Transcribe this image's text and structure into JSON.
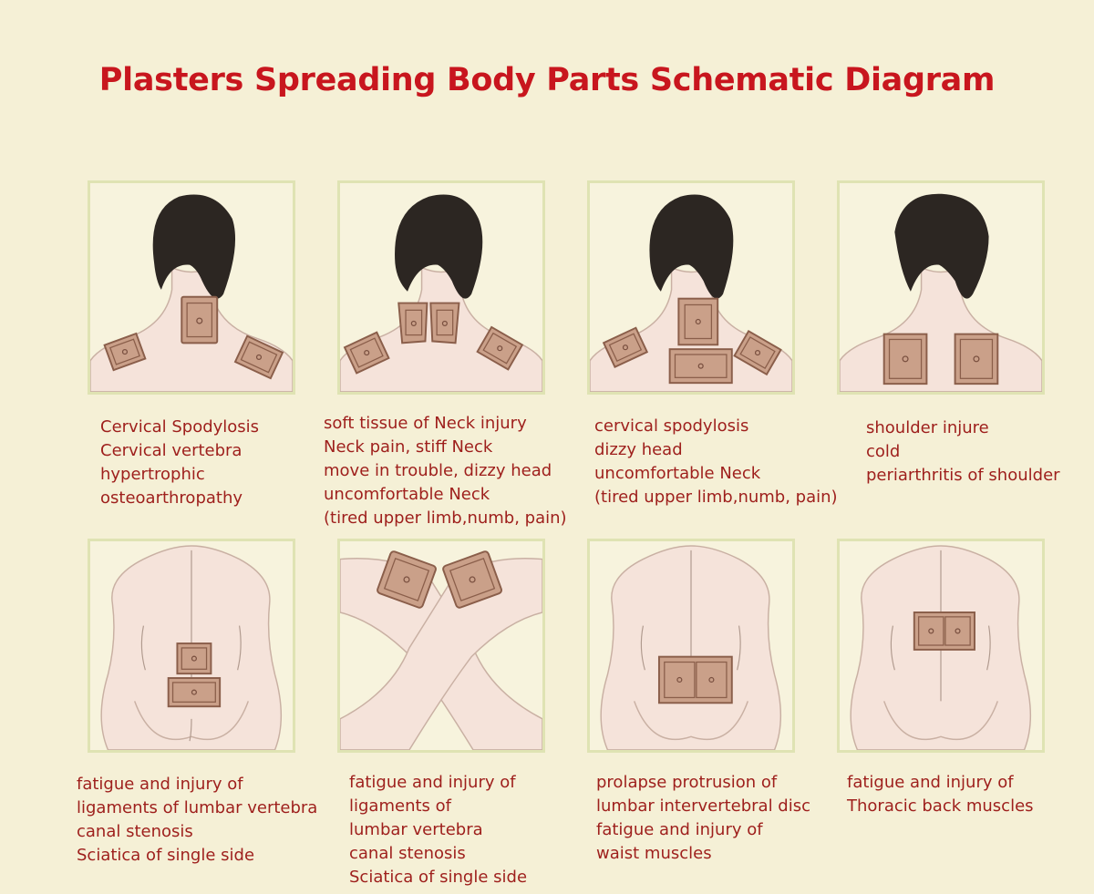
{
  "title": "Plasters Spreading Body Parts Schematic Diagram",
  "colors": {
    "title": "#c8161e",
    "caption": "#9e1f1c",
    "background": "#f5f0d6",
    "plaster": "#caa089",
    "panel_border": "#dfe3b3"
  },
  "panels": [
    {
      "illustration": "neck-shoulders-back-view",
      "caption": [
        "Cervical Spodylosis",
        "Cervical vertebra",
        "hypertrophic",
        "osteoarthropathy"
      ]
    },
    {
      "illustration": "neck-shoulders-back-view",
      "caption": [
        "soft tissue of Neck injury",
        "Neck pain, stiff Neck",
        "move in trouble, dizzy head",
        "uncomfortable Neck",
        "(tired upper limb,numb, pain)"
      ]
    },
    {
      "illustration": "neck-shoulders-back-view",
      "caption": [
        "cervical spodylosis",
        "dizzy head",
        "uncomfortable Neck",
        "(tired upper limb,numb, pain)"
      ]
    },
    {
      "illustration": "shoulder-blades-back-view",
      "caption": [
        "shoulder injure",
        "cold",
        "periarthritis of shoulder"
      ]
    },
    {
      "illustration": "lower-back-view",
      "caption": [
        "fatigue and injury of",
        "ligaments of lumbar vertebra",
        "canal stenosis",
        "Sciatica of single side"
      ]
    },
    {
      "illustration": "knees-view",
      "caption": [
        "fatigue and injury of",
        "ligaments of",
        "lumbar vertebra",
        "canal stenosis",
        "Sciatica of single side"
      ]
    },
    {
      "illustration": "lumbar-back-view",
      "caption": [
        "prolapse protrusion of",
        "lumbar intervertebral disc",
        "fatigue and injury of",
        "waist muscles"
      ]
    },
    {
      "illustration": "thoracic-back-view",
      "caption": [
        "fatigue and injury of",
        "Thoracic back muscles"
      ]
    }
  ]
}
